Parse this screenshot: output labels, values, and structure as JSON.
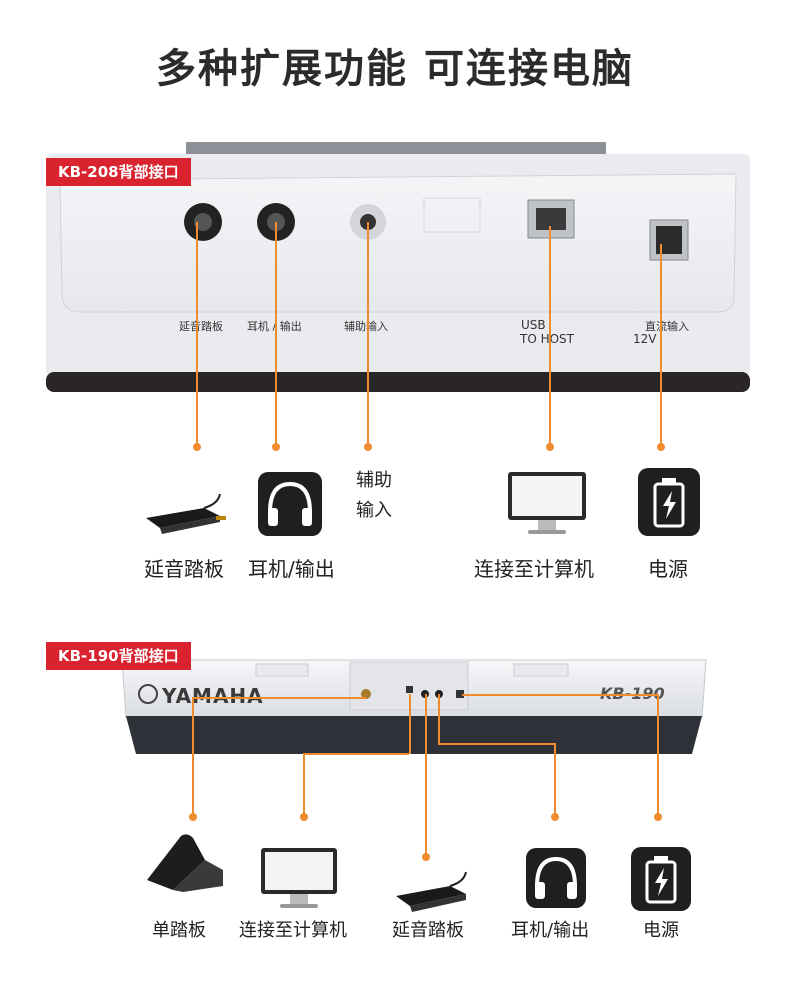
{
  "page_title": "多种扩展功能  可连接电脑",
  "accent_color": "#d9232e",
  "line_color": "#f08c2e",
  "kb208": {
    "tag": "KB-208背部接口",
    "panel_labels": {
      "sustain": "延音踏板",
      "phones": "耳机 / 输出",
      "aux": "辅助输入",
      "usb1": "USB",
      "usb2": "TO HOST",
      "dc1": "直流输入",
      "dc2": "12V"
    },
    "captions": {
      "sustain": "延音踏板",
      "phones": "耳机/输出",
      "aux1": "辅助",
      "aux2": "输入",
      "computer": "连接至计算机",
      "power": "电源"
    }
  },
  "kb190": {
    "tag": "KB-190背部接口",
    "brand": "YAMAHA",
    "model": "KB-190",
    "captions": {
      "single_pedal": "单踏板",
      "computer": "连接至计算机",
      "sustain": "延音踏板",
      "phones": "耳机/输出",
      "power": "电源"
    }
  },
  "icons": [
    "sustain-pedal-icon",
    "headphones-icon",
    "monitor-icon",
    "battery-power-icon",
    "foot-pedal-icon"
  ]
}
